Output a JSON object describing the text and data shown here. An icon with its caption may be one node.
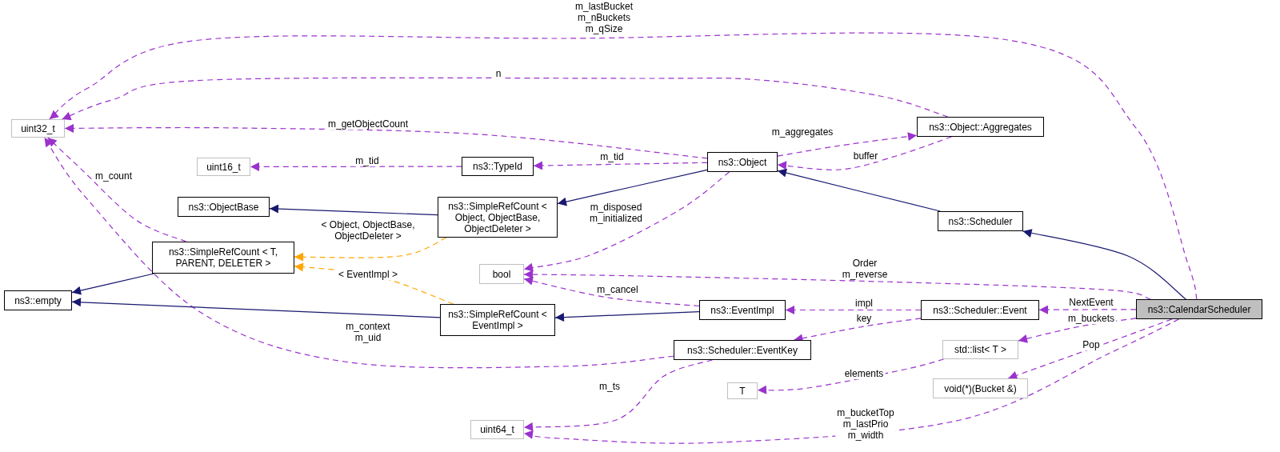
{
  "diagram": {
    "nodes": [
      {
        "text": [
          "uint32_t"
        ]
      },
      {
        "text": [
          "uint16_t"
        ]
      },
      {
        "text": [
          "ns3::TypeId"
        ]
      },
      {
        "text": [
          "ns3::Object"
        ]
      },
      {
        "text": [
          "ns3::Object::Aggregates"
        ]
      },
      {
        "text": [
          "ns3::ObjectBase"
        ]
      },
      {
        "text": [
          "ns3::SimpleRefCount < Object, ObjectBase, ObjectDeleter >"
        ]
      },
      {
        "text": [
          "ns3::Scheduler"
        ]
      },
      {
        "text": [
          "ns3::SimpleRefCount < T, PARENT, DELETER >"
        ]
      },
      {
        "text": [
          "bool"
        ]
      },
      {
        "text": [
          "ns3::empty"
        ]
      },
      {
        "text": [
          "ns3::EventImpl"
        ]
      },
      {
        "text": [
          "ns3::Scheduler::Event"
        ]
      },
      {
        "text": [
          "ns3::CalendarScheduler"
        ]
      },
      {
        "text": [
          "ns3::SimpleRefCount < EventImpl >"
        ]
      },
      {
        "text": [
          "ns3::Scheduler::EventKey"
        ]
      },
      {
        "text": [
          "std::list< T >"
        ]
      },
      {
        "text": [
          "T"
        ]
      },
      {
        "text": [
          "void(*)(Bucket &)"
        ]
      },
      {
        "text": [
          "uint64_t"
        ]
      }
    ],
    "edges": [
      {
        "from": 13,
        "to": 0,
        "arrow": "to",
        "label": "m_lastBucket m_nBuckets m_qSize",
        "style": "dashed"
      },
      {
        "from": 4,
        "to": 0,
        "arrow": "to",
        "label": "n",
        "style": "dashed"
      },
      {
        "from": 3,
        "to": 0,
        "arrow": "to",
        "label": "m_getObjectCount",
        "style": "dashed"
      },
      {
        "from": 8,
        "to": 0,
        "arrow": "to",
        "label": "m_count",
        "style": "dashed"
      },
      {
        "from": 15,
        "to": 0,
        "arrow": "to",
        "label": "m_context m_uid",
        "style": "dashed"
      },
      {
        "from": 2,
        "to": 1,
        "arrow": "to",
        "label": "m_tid",
        "style": "dashed"
      },
      {
        "from": 3,
        "to": 2,
        "arrow": "to",
        "label": "m_tid",
        "style": "dashed"
      },
      {
        "from": 3,
        "to": 4,
        "arrow": "to",
        "label": "m_aggregates",
        "style": "dashed"
      },
      {
        "from": 4,
        "to": 3,
        "arrow": "to",
        "label": "buffer",
        "style": "dashed"
      },
      {
        "from": 3,
        "to": 9,
        "arrow": "to",
        "label": "m_disposed m_initialized",
        "style": "dashed"
      },
      {
        "from": 13,
        "to": 9,
        "arrow": "to",
        "label": "Order m_reverse",
        "style": "dashed"
      },
      {
        "from": 11,
        "to": 9,
        "arrow": "to",
        "label": "m_cancel",
        "style": "dashed"
      },
      {
        "from": 12,
        "to": 11,
        "arrow": "to",
        "label": "impl",
        "style": "dashed"
      },
      {
        "from": 12,
        "to": 15,
        "arrow": "to",
        "label": "key",
        "style": "dashed"
      },
      {
        "from": 13,
        "to": 12,
        "arrow": "to",
        "label": "NextEvent",
        "style": "dashed"
      },
      {
        "from": 13,
        "to": 16,
        "arrow": "to",
        "label": "m_buckets",
        "style": "dashed"
      },
      {
        "from": 16,
        "to": 17,
        "arrow": "to",
        "label": "elements",
        "style": "dashed"
      },
      {
        "from": 13,
        "to": 18,
        "arrow": "to",
        "label": "Pop",
        "style": "dashed"
      },
      {
        "from": 15,
        "to": 19,
        "arrow": "to",
        "label": "m_ts",
        "style": "dashed"
      },
      {
        "from": 13,
        "to": 19,
        "arrow": "to",
        "label": "m_bucketTop m_lastPrio m_width",
        "style": "dashed"
      },
      {
        "from": 3,
        "to": 6,
        "arrow": "to",
        "color": "#191970"
      },
      {
        "from": 6,
        "to": 5,
        "arrow": "to",
        "color": "#191970"
      },
      {
        "from": 7,
        "to": 3,
        "arrow": "to",
        "color": "#191970"
      },
      {
        "from": 13,
        "to": 7,
        "arrow": "to",
        "color": "#191970"
      },
      {
        "from": 8,
        "to": 10,
        "arrow": "to",
        "color": "#191970"
      },
      {
        "from": 14,
        "to": 10,
        "arrow": "to",
        "color": "#191970"
      },
      {
        "from": 11,
        "to": 14,
        "arrow": "to",
        "color": "#191970"
      },
      {
        "from": 6,
        "to": 8,
        "arrow": "to",
        "label": "< Object, ObjectBase, ObjectDeleter >",
        "style": "dashed",
        "color": "#ffa500"
      },
      {
        "from": 14,
        "to": 8,
        "arrow": "to",
        "label": "< EventImpl >",
        "style": "dashed",
        "color": "#ffa500"
      }
    ]
  }
}
